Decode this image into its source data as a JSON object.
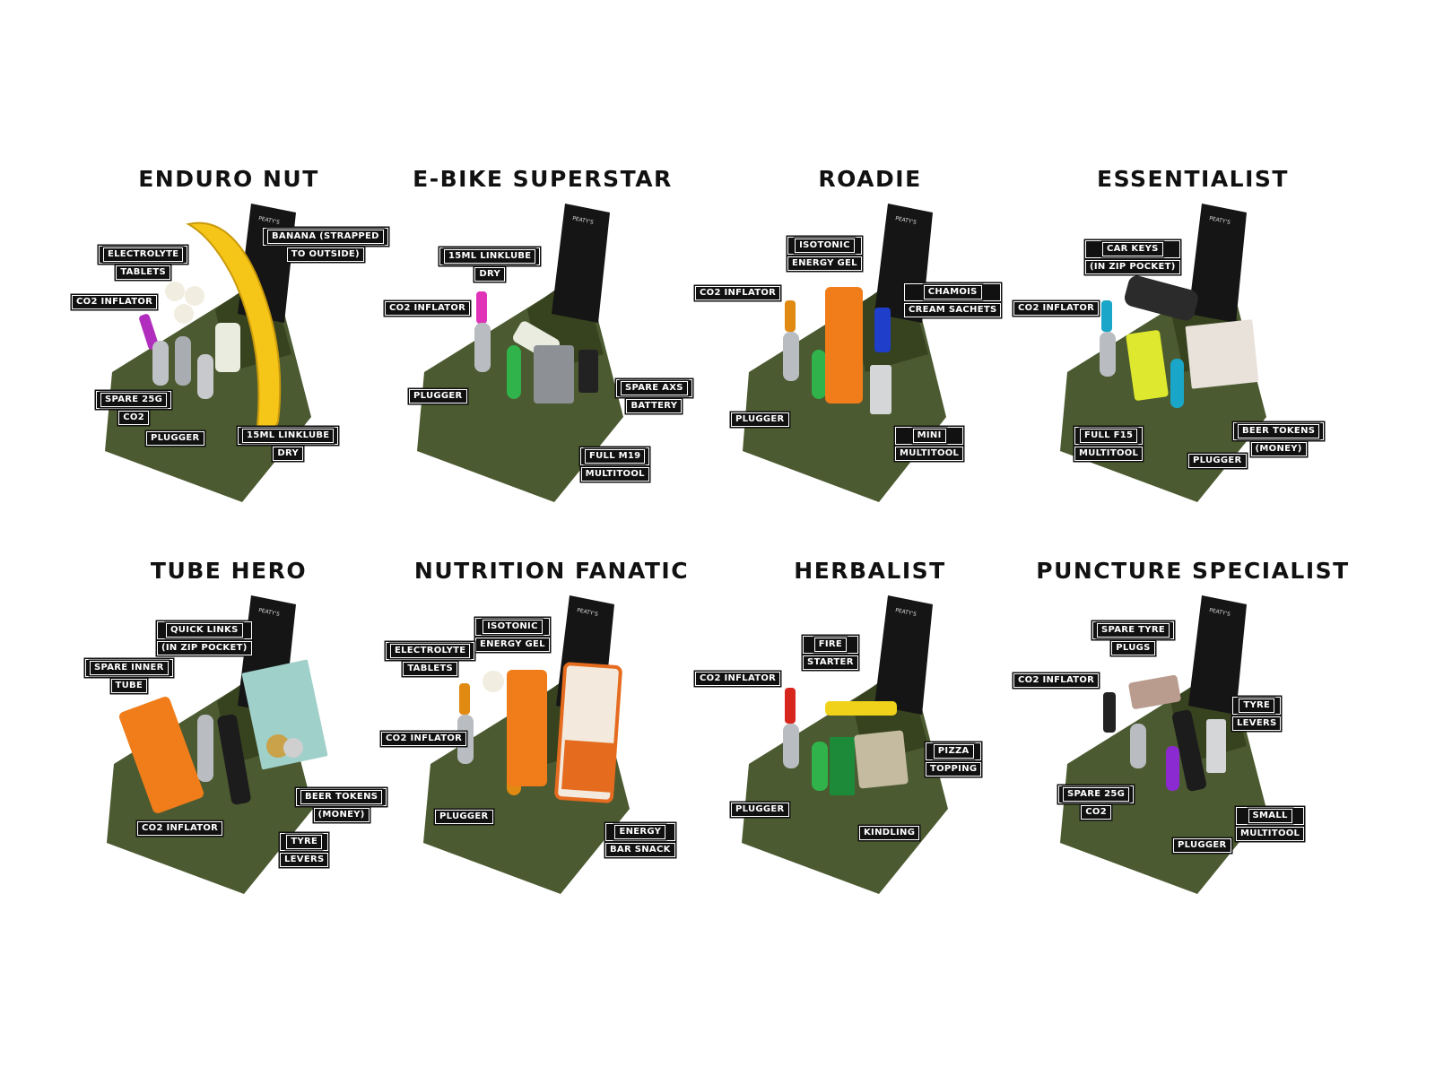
{
  "panels": [
    {
      "title": "ENDURO NUT",
      "labels": [
        {
          "lines": [
            "ELECTROLYTE",
            "TABLETS"
          ]
        },
        {
          "lines": [
            "BANANA (STRAPPED",
            "TO OUTSIDE)"
          ]
        },
        {
          "lines": [
            "CO2 INFLATOR"
          ]
        },
        {
          "lines": [
            "SPARE 25G",
            "CO2"
          ]
        },
        {
          "lines": [
            "PLUGGER"
          ]
        },
        {
          "lines": [
            "15ML LINKLUBE",
            "DRY"
          ]
        }
      ]
    },
    {
      "title": "E-BIKE SUPERSTAR",
      "labels": [
        {
          "lines": [
            "15ML LINKLUBE",
            "DRY"
          ]
        },
        {
          "lines": [
            "CO2 INFLATOR"
          ]
        },
        {
          "lines": [
            "PLUGGER"
          ]
        },
        {
          "lines": [
            "SPARE AXS",
            "BATTERY"
          ]
        },
        {
          "lines": [
            "FULL M19",
            "MULTITOOL"
          ]
        }
      ]
    },
    {
      "title": "ROADIE",
      "labels": [
        {
          "lines": [
            "ISOTONIC",
            "ENERGY GEL"
          ]
        },
        {
          "lines": [
            "CO2 INFLATOR"
          ]
        },
        {
          "lines": [
            "CHAMOIS",
            "CREAM SACHETS"
          ]
        },
        {
          "lines": [
            "PLUGGER"
          ]
        },
        {
          "lines": [
            "MINI",
            "MULTITOOL"
          ]
        }
      ]
    },
    {
      "title": "ESSENTIALIST",
      "labels": [
        {
          "lines": [
            "CAR KEYS",
            "(IN ZIP POCKET)"
          ]
        },
        {
          "lines": [
            "CO2 INFLATOR"
          ]
        },
        {
          "lines": [
            "FULL F15",
            "MULTITOOL"
          ]
        },
        {
          "lines": [
            "BEER TOKENS",
            "(MONEY)"
          ]
        },
        {
          "lines": [
            "PLUGGER"
          ]
        }
      ]
    },
    {
      "title": "TUBE HERO",
      "labels": [
        {
          "lines": [
            "QUICK LINKS",
            "(IN ZIP POCKET)"
          ]
        },
        {
          "lines": [
            "SPARE INNER",
            "TUBE"
          ]
        },
        {
          "lines": [
            "BEER TOKENS",
            "(MONEY)"
          ]
        },
        {
          "lines": [
            "CO2 INFLATOR"
          ]
        },
        {
          "lines": [
            "TYRE",
            "LEVERS"
          ]
        }
      ]
    },
    {
      "title": "NUTRITION FANATIC",
      "labels": [
        {
          "lines": [
            "ISOTONIC",
            "ENERGY GEL"
          ]
        },
        {
          "lines": [
            "ELECTROLYTE",
            "TABLETS"
          ]
        },
        {
          "lines": [
            "CO2 INFLATOR"
          ]
        },
        {
          "lines": [
            "PLUGGER"
          ]
        },
        {
          "lines": [
            "ENERGY",
            "BAR SNACK"
          ]
        }
      ]
    },
    {
      "title": "HERBALIST",
      "labels": [
        {
          "lines": [
            "FIRE",
            "STARTER"
          ]
        },
        {
          "lines": [
            "CO2 INFLATOR"
          ]
        },
        {
          "lines": [
            "PIZZA",
            "TOPPING"
          ]
        },
        {
          "lines": [
            "PLUGGER"
          ]
        },
        {
          "lines": [
            "KINDLING"
          ]
        }
      ]
    },
    {
      "title": "PUNCTURE SPECIALIST",
      "labels": [
        {
          "lines": [
            "SPARE TYRE",
            "PLUGS"
          ]
        },
        {
          "lines": [
            "CO2 INFLATOR"
          ]
        },
        {
          "lines": [
            "TYRE",
            "LEVERS"
          ]
        },
        {
          "lines": [
            "SPARE 25G",
            "CO2"
          ]
        },
        {
          "lines": [
            "SMALL",
            "MULTITOOL"
          ]
        },
        {
          "lines": [
            "PLUGGER"
          ]
        }
      ]
    }
  ],
  "strap_brand": "PEATY'S",
  "colors": {
    "pouch": "#4b5a30",
    "pouch_dark": "#37421f",
    "strap": "#151515",
    "label_bg": "#111111",
    "label_text": "#ffffff",
    "title": "#111111"
  }
}
